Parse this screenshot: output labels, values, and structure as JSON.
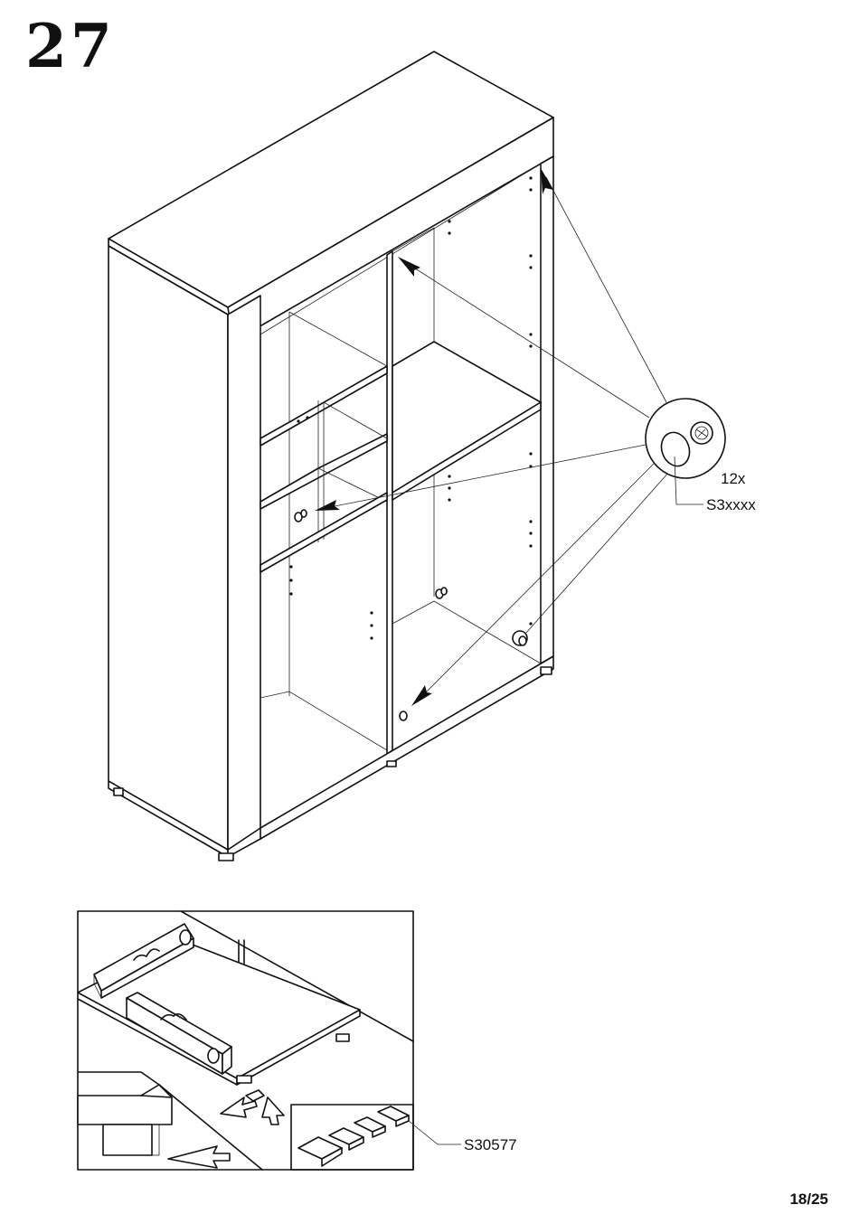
{
  "step": {
    "number": "27"
  },
  "page": {
    "number": "18/25"
  },
  "hardware": {
    "quantity": "12x",
    "part_code": "S3xxxx"
  },
  "detail": {
    "part_code": "S30577"
  },
  "colors": {
    "line": "#111111",
    "background": "#ffffff"
  }
}
